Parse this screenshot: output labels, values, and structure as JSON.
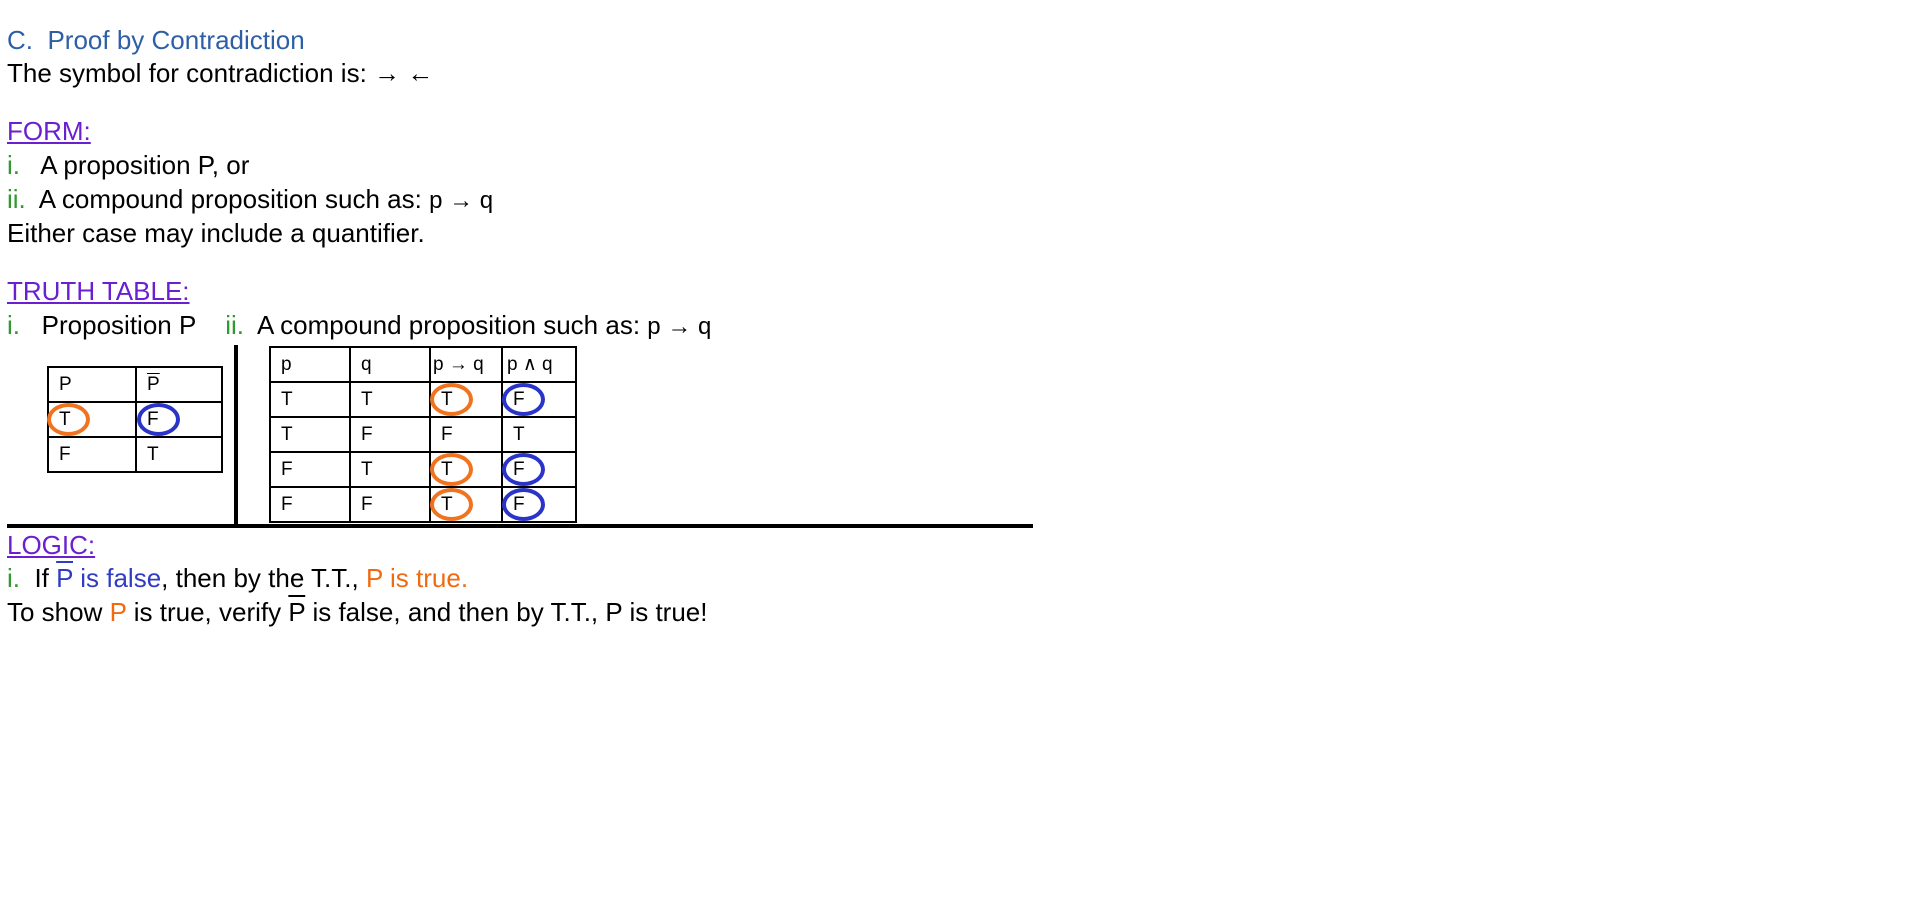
{
  "title": {
    "label": "C.",
    "text": "Proof by Contradiction"
  },
  "intro": {
    "text": "The symbol for contradiction is:",
    "symbol": "→ ←"
  },
  "form": {
    "heading": "FORM:",
    "items": [
      {
        "num": "i.",
        "text": "A proposition P, or"
      },
      {
        "num": "ii.",
        "text": "A compound proposition such as:",
        "math": "p → q"
      }
    ],
    "note": "Either case may include a quantifier."
  },
  "truth_table": {
    "heading": "TRUTH TABLE:",
    "labels": [
      {
        "num": "i.",
        "text": "Proposition P"
      },
      {
        "num": "ii.",
        "text": "A compound proposition such as:",
        "math": "p → q"
      }
    ],
    "table1": {
      "headers": [
        "P",
        "P"
      ],
      "rows": [
        [
          "T",
          "F"
        ],
        [
          "F",
          "T"
        ]
      ]
    },
    "table2": {
      "headers": [
        "p",
        "q",
        "p → q",
        "p ∧ q"
      ],
      "rows": [
        [
          "T",
          "T",
          "T",
          "F"
        ],
        [
          "T",
          "F",
          "F",
          "T"
        ],
        [
          "F",
          "T",
          "T",
          "F"
        ],
        [
          "F",
          "F",
          "T",
          "F"
        ]
      ]
    }
  },
  "logic": {
    "heading": "LOGIC:",
    "line1": {
      "num": "i.",
      "pre": "If",
      "p_bar": "P",
      "false_text": "is false",
      "mid": ", then by the T.T.,",
      "true_text": "P is true."
    },
    "line2": {
      "pre": "To show",
      "p": "P",
      "mid": "is true, verify",
      "p_bar": "P",
      "post": "is false, and then by T.T., P is true!"
    }
  },
  "colors": {
    "title": "#2e5fa6",
    "heading": "#6a1fd1",
    "numeral": "#2f9a2f",
    "orange": "#f26a10",
    "blue": "#2f3cc4"
  }
}
